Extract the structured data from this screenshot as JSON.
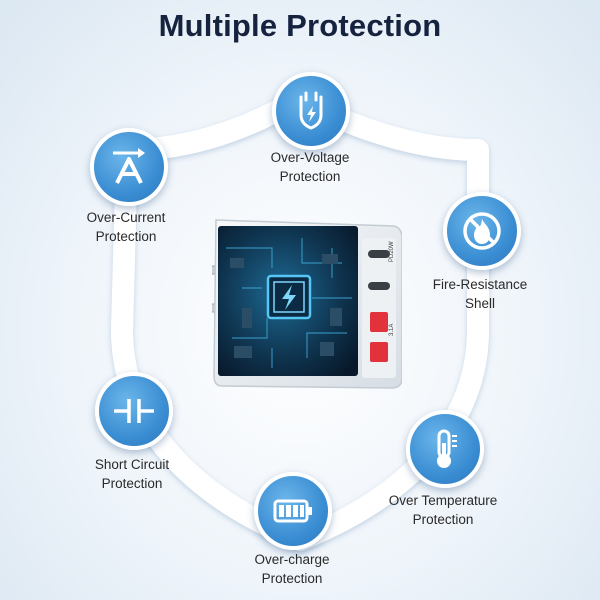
{
  "title": "Multiple Protection",
  "features": [
    {
      "icon": "plug-shield-icon",
      "line1": "Over-Voltage",
      "line2": "Protection"
    },
    {
      "icon": "current-a-icon",
      "line1": "Over-Current",
      "line2": "Protection"
    },
    {
      "icon": "no-fire-icon",
      "line1": "Fire-Resistance",
      "line2": "Shell"
    },
    {
      "icon": "short-circuit-icon",
      "line1": "Short Circuit",
      "line2": "Protection"
    },
    {
      "icon": "thermometer-icon",
      "line1": "Over Temperature",
      "line2": "Protection"
    },
    {
      "icon": "battery-icon",
      "line1": "Over-charge",
      "line2": "Protection"
    }
  ],
  "charger": {
    "port_label_c": "PD20W",
    "port_label_a": "3.1A"
  },
  "colors": {
    "title": "#16233f",
    "badge": "#3b8ed3",
    "shield": "#ffffff",
    "usb_a": "#e2323c"
  }
}
